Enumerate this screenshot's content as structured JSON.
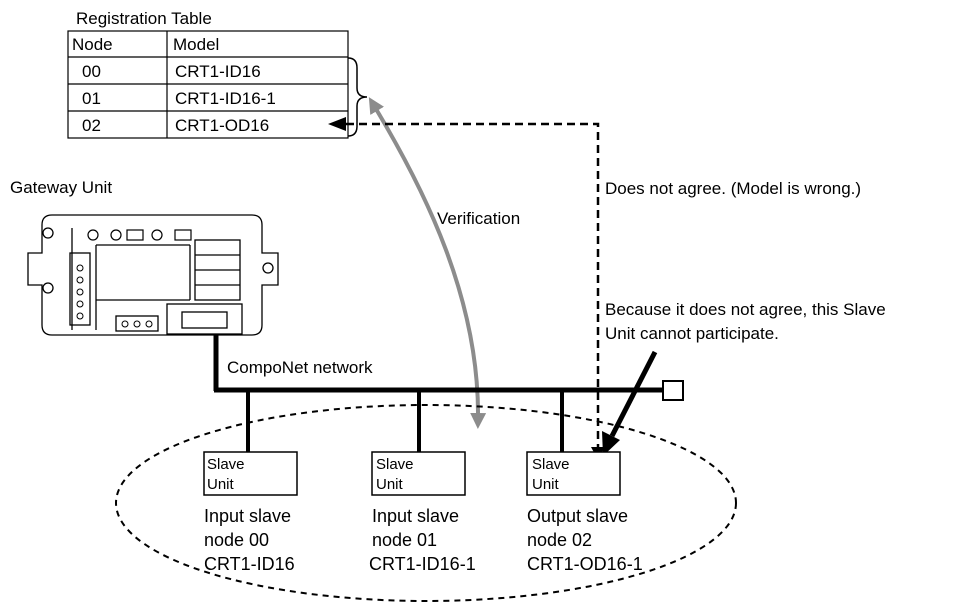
{
  "registration_table": {
    "title": "Registration Table",
    "headers": [
      "Node",
      "Model"
    ],
    "rows": [
      {
        "node": "00",
        "model": "CRT1-ID16"
      },
      {
        "node": "01",
        "model": "CRT1-ID16-1"
      },
      {
        "node": "02",
        "model": "CRT1-OD16"
      }
    ]
  },
  "gateway": {
    "label": "Gateway Unit"
  },
  "verification_label": "Verification",
  "mismatch_label": "Does not agree. (Model is wrong.)",
  "participation_note": {
    "line1": "Because it does not agree, this Slave",
    "line2": "Unit cannot participate."
  },
  "network_label": "CompoNet network",
  "slaves": [
    {
      "box_line1": "Slave",
      "box_line2": "Unit",
      "line1": "Input slave",
      "line2": "node 00",
      "line3": "CRT1-ID16"
    },
    {
      "box_line1": "Slave",
      "box_line2": "Unit",
      "line1": "Input slave",
      "line2": "node 01",
      "line3": "CRT1-ID16-1"
    },
    {
      "box_line1": "Slave",
      "box_line2": "Unit",
      "line1": "Output slave",
      "line2": "node 02",
      "line3": "CRT1-OD16-1"
    }
  ],
  "colors": {
    "verification_arrow": "#8c8c8c",
    "line": "#000000"
  }
}
